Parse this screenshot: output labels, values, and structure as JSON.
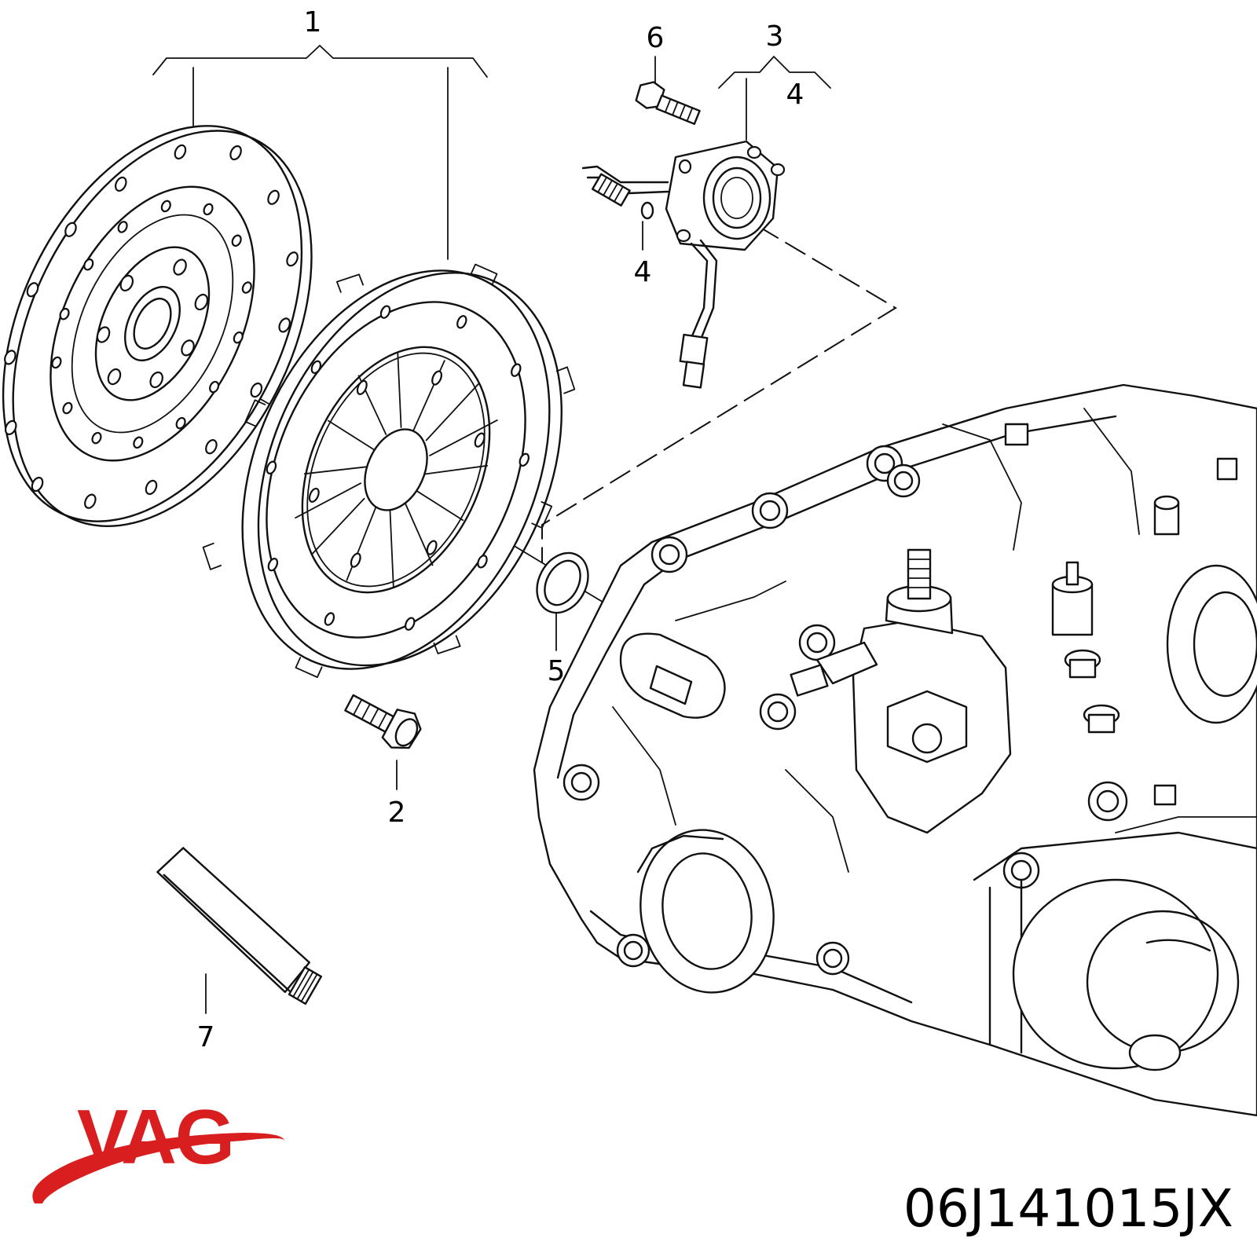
{
  "diagram": {
    "callouts": [
      {
        "id": "1",
        "label": "1"
      },
      {
        "id": "2",
        "label": "2"
      },
      {
        "id": "3",
        "label": "3"
      },
      {
        "id": "4a",
        "label": "4"
      },
      {
        "id": "4b",
        "label": "4"
      },
      {
        "id": "5",
        "label": "5"
      },
      {
        "id": "6",
        "label": "6"
      },
      {
        "id": "7",
        "label": "7"
      }
    ]
  },
  "brand": {
    "name": "VAG",
    "color": "#d81e1e"
  },
  "part_number": "06J141015JX"
}
